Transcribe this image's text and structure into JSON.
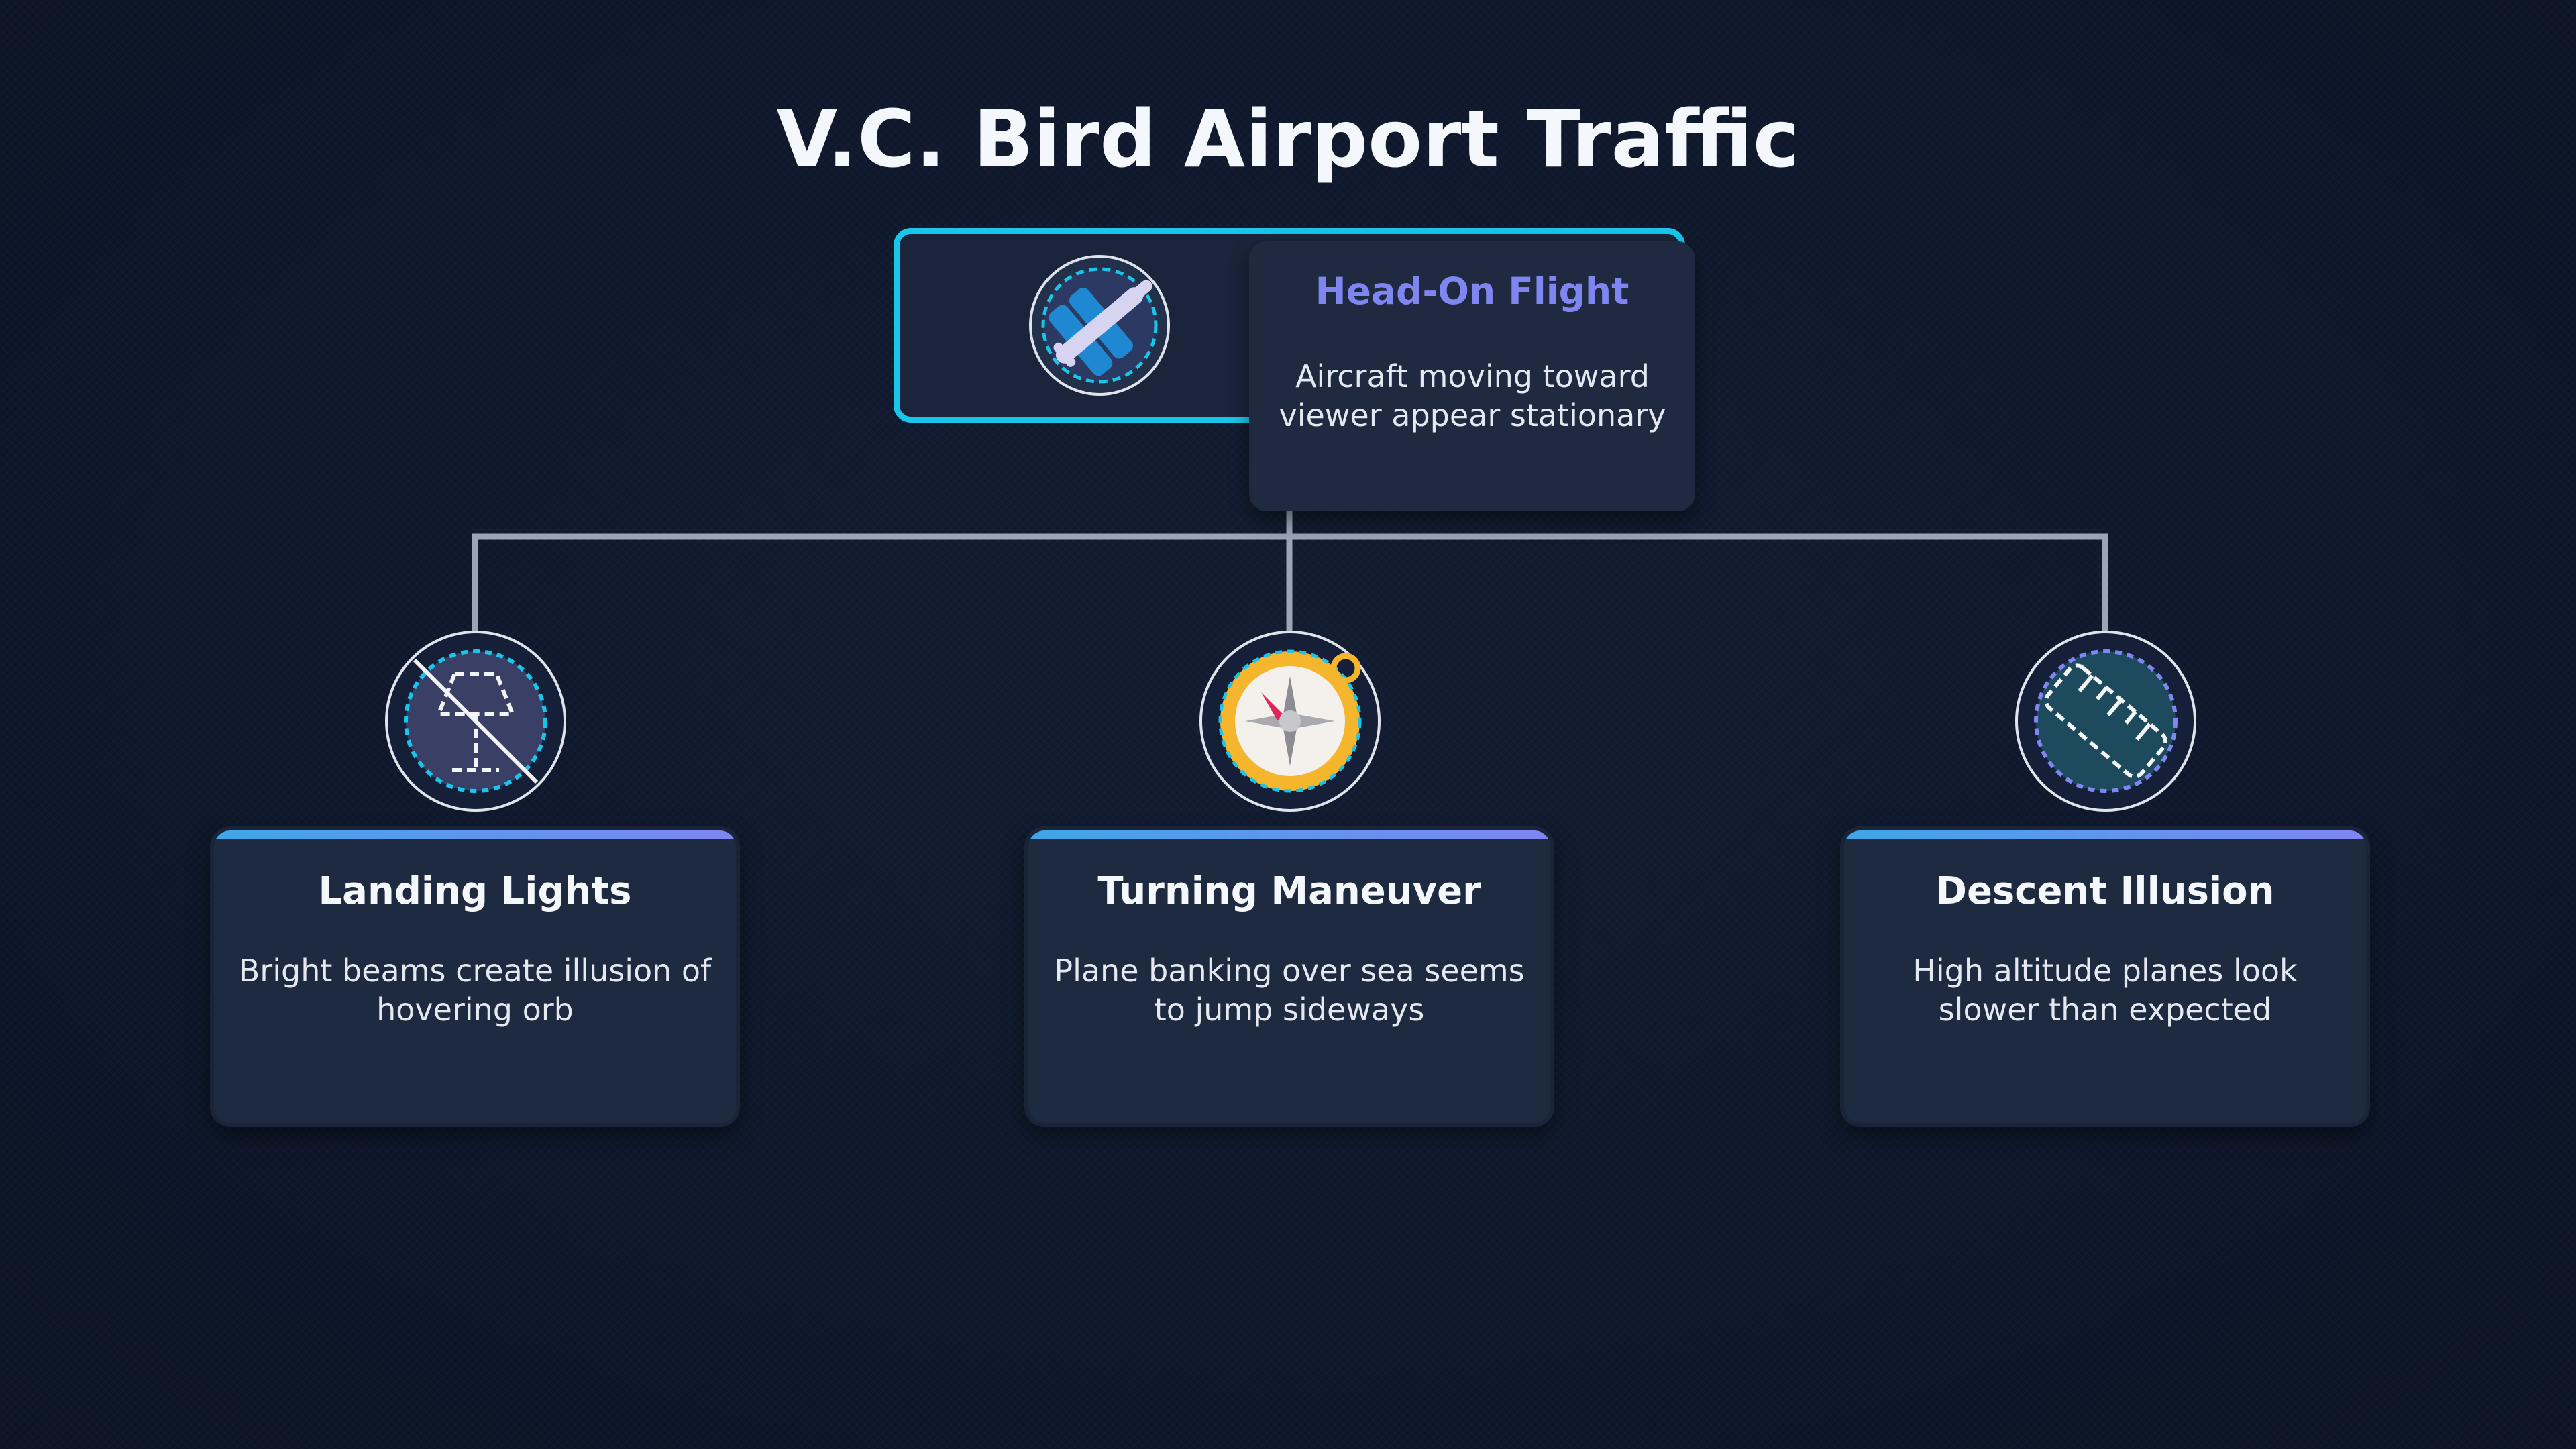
{
  "title": "V.C. Bird Airport Traffic",
  "root": {
    "heading": "Head-On Flight",
    "description": "Aircraft moving toward viewer appear stationary",
    "icon": "airplane-icon"
  },
  "children": [
    {
      "heading": "Landing Lights",
      "description": "Bright beams create illusion of hovering orb",
      "icon": "lamp-off-icon"
    },
    {
      "heading": "Turning Maneuver",
      "description": "Plane banking over sea seems to jump sideways",
      "icon": "compass-icon"
    },
    {
      "heading": "Descent Illusion",
      "description": "High altitude planes look slower than expected",
      "icon": "ruler-icon"
    }
  ],
  "colors": {
    "background": "#0d162a",
    "accent_cyan": "#19c5e8",
    "accent_violet": "#7f86f2",
    "card": "#1e2a3f",
    "connector": "#9aa6b8"
  }
}
